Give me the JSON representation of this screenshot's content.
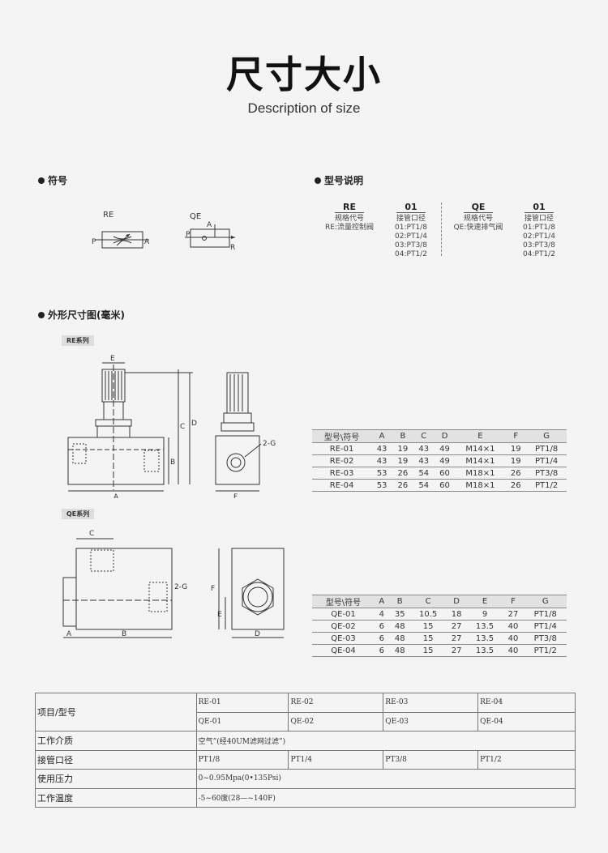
{
  "header": {
    "title": "尺寸大小",
    "subtitle": "Description of size"
  },
  "symbol_section": {
    "heading": "符号",
    "re_label": "RE",
    "qe_label": "QE",
    "port_p": "P",
    "port_a": "A",
    "port_r": "R"
  },
  "model_section": {
    "heading": "型号说明",
    "groups": [
      {
        "code": "RE",
        "lines": [
          "规格代号",
          "RE:流量控制阀"
        ]
      },
      {
        "code": "01",
        "lines": [
          "接管口径",
          "01:PT1/8",
          "02:PT1/4",
          "03:PT3/8",
          "04:PT1/2"
        ]
      },
      {
        "code": "QE",
        "lines": [
          "规格代号",
          "QE:快速排气阀"
        ]
      },
      {
        "code": "01",
        "lines": [
          "接管口径",
          "01:PT1/8",
          "02:PT1/4",
          "03:PT3/8",
          "04:PT1/2"
        ]
      }
    ]
  },
  "outline_section": {
    "heading": "外形尺寸图(毫米)",
    "re_series": "RE系列",
    "qe_series": "QE系列"
  },
  "drawing_labels": {
    "A": "A",
    "B": "B",
    "C": "C",
    "D": "D",
    "E": "E",
    "F": "F",
    "G2": "2-G"
  },
  "re_table": {
    "headers": [
      "型号\\符号",
      "A",
      "B",
      "C",
      "D",
      "E",
      "F",
      "G"
    ],
    "rows": [
      [
        "RE-01",
        "43",
        "19",
        "43",
        "49",
        "M14×1",
        "19",
        "PT1/8"
      ],
      [
        "RE-02",
        "43",
        "19",
        "43",
        "49",
        "M14×1",
        "19",
        "PT1/4"
      ],
      [
        "RE-03",
        "53",
        "26",
        "54",
        "60",
        "M18×1",
        "26",
        "PT3/8"
      ],
      [
        "RE-04",
        "53",
        "26",
        "54",
        "60",
        "M18×1",
        "26",
        "PT1/2"
      ]
    ]
  },
  "qe_table": {
    "headers": [
      "型号\\符号",
      "A",
      "B",
      "C",
      "D",
      "E",
      "F",
      "G"
    ],
    "rows": [
      [
        "QE-01",
        "4",
        "35",
        "10.5",
        "18",
        "9",
        "27",
        "PT1/8"
      ],
      [
        "QE-02",
        "6",
        "48",
        "15",
        "27",
        "13.5",
        "40",
        "PT1/4"
      ],
      [
        "QE-03",
        "6",
        "48",
        "15",
        "27",
        "13.5",
        "40",
        "PT3/8"
      ],
      [
        "QE-04",
        "6",
        "48",
        "15",
        "27",
        "13.5",
        "40",
        "PT1/2"
      ]
    ]
  },
  "spec_table": {
    "model_label": "项目/型号",
    "re_models": [
      "RE-01",
      "RE-02",
      "RE-03",
      "RE-04"
    ],
    "qe_models": [
      "QE-01",
      "QE-02",
      "QE-03",
      "QE-04"
    ],
    "medium_label": "工作介质",
    "medium_value": "空气”(经40UM滤网过滤”)",
    "port_label": "接管口径",
    "ports": [
      "PT1/8",
      "PT1/4",
      "PT3/8",
      "PT1/2"
    ],
    "pressure_label": "使用压力",
    "pressure_value": "0~0.95Mpa(0•135Psi)",
    "temp_label": "工作温度",
    "temp_value": "-5~60度(28—~140F)"
  }
}
